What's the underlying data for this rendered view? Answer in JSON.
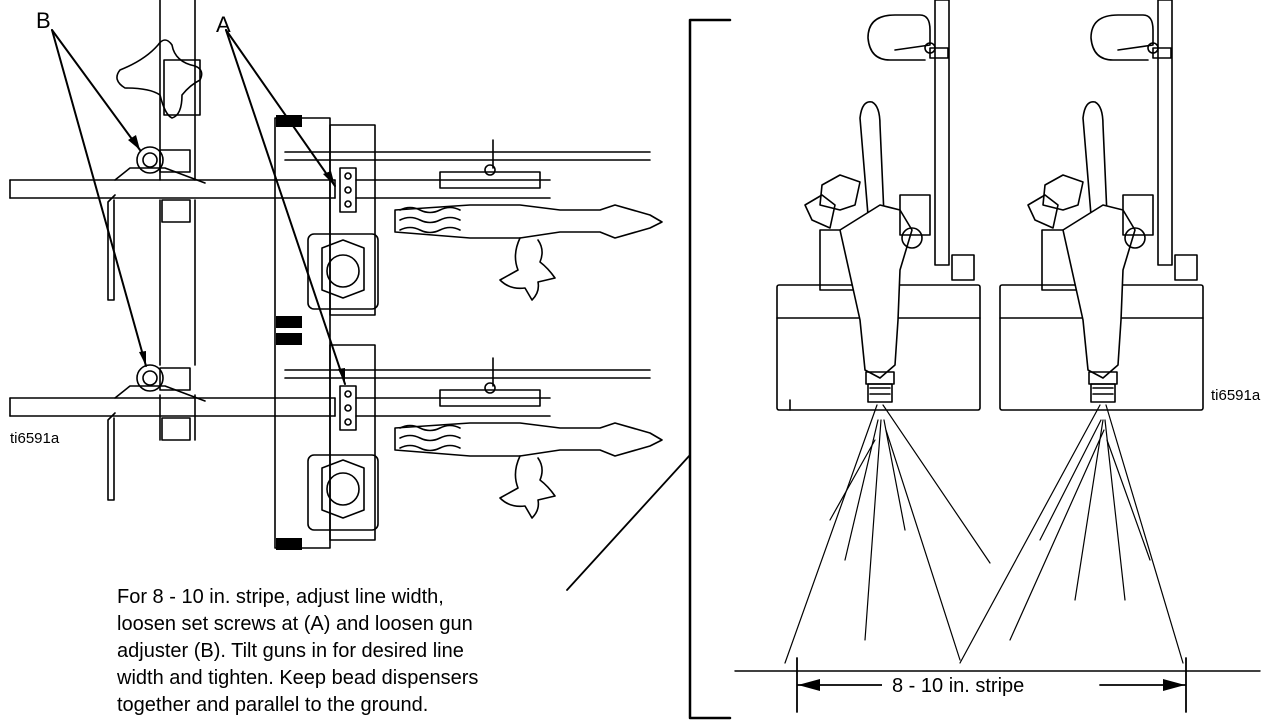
{
  "callouts": {
    "a": "A",
    "b": "B"
  },
  "figure_id_left": "ti6591a",
  "figure_id_right": "ti6591a",
  "instructions": "For 8 - 10 in. stripe, adjust line width,\nloosen set screws at (A) and loosen gun\nadjuster (B). Tilt guns in for desired line\nwidth and tighten. Keep bead dispensers\ntogether and parallel to the ground.",
  "dimension_label": "8 - 10 in. stripe",
  "colors": {
    "line": "#000000",
    "background": "#ffffff"
  }
}
